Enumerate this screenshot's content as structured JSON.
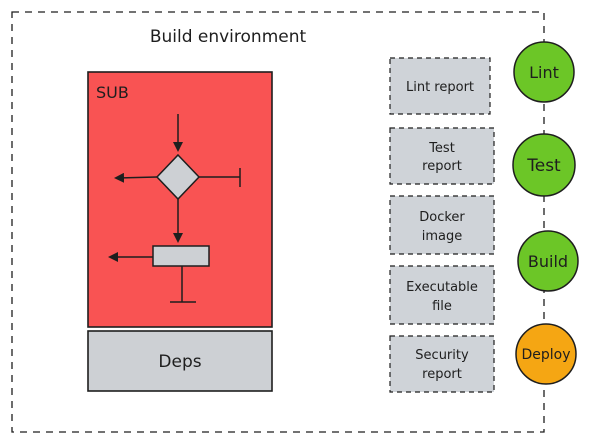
{
  "title": "Build environment",
  "sub_label": "SUB",
  "deps_label": "Deps",
  "artifacts": [
    {
      "line1": "Lint report",
      "line2": ""
    },
    {
      "line1": "Test",
      "line2": "report"
    },
    {
      "line1": "Docker",
      "line2": "image"
    },
    {
      "line1": "Executable",
      "line2": "file"
    },
    {
      "line1": "Security",
      "line2": "report"
    }
  ],
  "stages": [
    {
      "label": "Lint",
      "color": "#6cc627"
    },
    {
      "label": "Test",
      "color": "#6cc627"
    },
    {
      "label": "Build",
      "color": "#6cc627"
    },
    {
      "label": "Deploy",
      "color": "#f5a613"
    }
  ],
  "colors": {
    "sub_fill": "#f95353",
    "deps_fill": "#cdd0d4",
    "artifact_fill": "#cfd3d8",
    "stroke": "#1e1e1e"
  }
}
